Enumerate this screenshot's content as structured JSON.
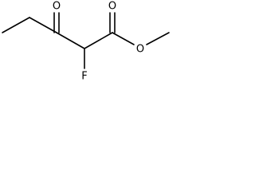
{
  "molecule": {
    "atoms": {
      "ketone_oxygen": "O",
      "ester_carbonyl_oxygen": "O",
      "ester_ether_oxygen": "O",
      "fluorine": "F"
    },
    "colors": {
      "bond": "#000000",
      "label": "#000000",
      "background": "#ffffff"
    }
  }
}
